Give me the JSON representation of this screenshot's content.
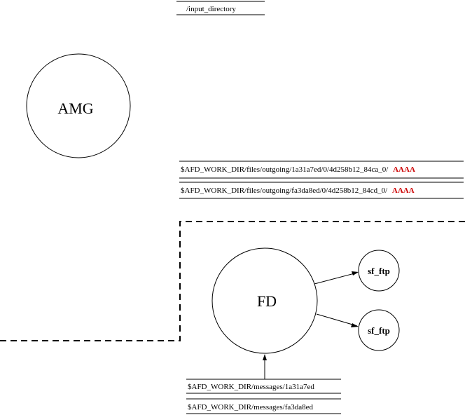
{
  "diagram": {
    "input_directory": {
      "label": "/input_directory"
    },
    "nodes": {
      "amg": {
        "label": "AMG"
      },
      "fd": {
        "label": "FD"
      },
      "sf_ftp_1": {
        "label": "sf_ftp"
      },
      "sf_ftp_2": {
        "label": "sf_ftp"
      }
    },
    "outgoing_dirs": [
      {
        "path": "$AFD_WORK_DIR/files/outgoing/1a31a7ed/0/4d258b12_84ca_0/",
        "tag": "AAAA"
      },
      {
        "path": "$AFD_WORK_DIR/files/outgoing/fa3da8ed/0/4d258b12_84cd_0/",
        "tag": "AAAA"
      }
    ],
    "message_files": [
      {
        "path": "$AFD_WORK_DIR/messages/1a31a7ed"
      },
      {
        "path": "$AFD_WORK_DIR/messages/fa3da8ed"
      }
    ],
    "colors": {
      "tag": "#cc0000",
      "stroke": "#000000"
    }
  }
}
